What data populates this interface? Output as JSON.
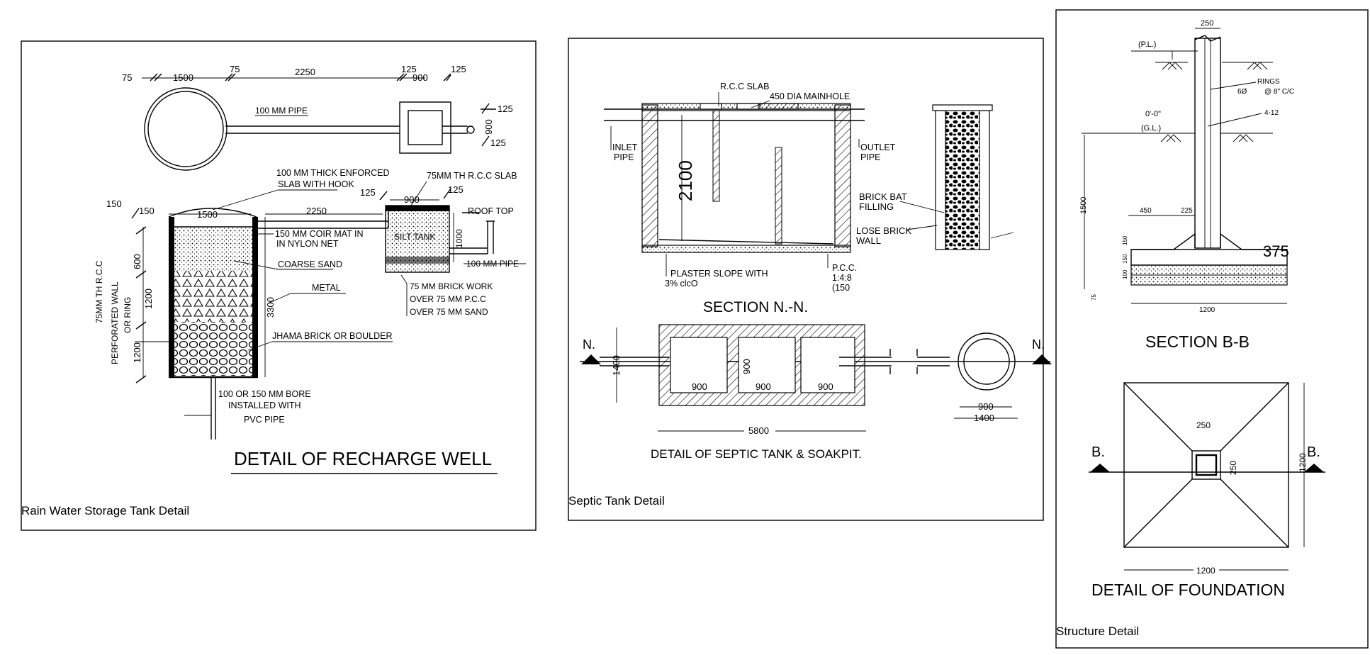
{
  "panels": {
    "rain": {
      "caption": "Rain Water Storage Tank Detail",
      "title": "DETAIL OF RECHARGE WELL",
      "dims_top": [
        "75",
        "1500",
        "75",
        "2250",
        "125",
        "900",
        "125"
      ],
      "pipe_label": "100 MM PIPE",
      "dim_right_a": "125",
      "dim_right_b": "900",
      "dim_right_c": "125",
      "slab_label_1": "100 MM THICK ENFORCED",
      "slab_label_2": "SLAB WITH HOOK",
      "rcc_slab_label": "75MM TH R.C.C SLAB",
      "dims_mid": [
        "150",
        "150",
        "1500",
        "2250",
        "125",
        "900",
        "125"
      ],
      "roof_top": "ROOF TOP",
      "coir_1": "150 MM COIR MAT IN",
      "coir_2": "IN NYLON NET",
      "silt_tank": "SILT TANK",
      "dim_1000": "1000",
      "pipe_label_2": "100 MM PIPE",
      "coarse_sand": "COARSE SAND",
      "metal": "METAL",
      "brick_1": "75 MM BRICK WORK",
      "brick_2": "OVER 75 MM P.C.C",
      "brick_3": "OVER 75 MM SAND",
      "jhama": "JHAMA BRICK OR BOULDER",
      "dim_3300": "3300",
      "wall_1": "75MM TH R.C.C",
      "wall_2": "PERFORATED WALL",
      "wall_3": "OR  RING",
      "dim_600": "600",
      "dim_1200a": "1200",
      "dim_1200b": "1200",
      "bore_1": "100 OR 150  MM BORE",
      "bore_2": "INSTALLED WITH",
      "bore_3": "PVC  PIPE"
    },
    "septic": {
      "caption": "Septic Tank Detail",
      "rcc_slab": "R.C.C SLAB",
      "manhole": "450 DIA MAINHOLE",
      "inlet_1": "INLET",
      "inlet_2": "PIPE",
      "outlet_1": "OUTLET",
      "outlet_2": "PIPE",
      "depth": "2100",
      "brick_bat_1": "BRICK BAT",
      "brick_bat_2": "FILLING",
      "lose_1": "LOSE BRICK",
      "lose_2": "WALL",
      "plaster_1": "PLASTER SLOPE WITH",
      "plaster_2": "3% clcO",
      "pcc_1": "P.C.C.",
      "pcc_2": "1:4:8",
      "pcc_3": "(150",
      "section_title": "SECTION N.-N.",
      "n_left": "N.",
      "n_right": "N.",
      "dim_1400": "1400",
      "dim_900_v": "900",
      "dims_900": [
        "900",
        "900",
        "900"
      ],
      "dim_5800": "5800",
      "pit_900": "900",
      "pit_1400": "1400",
      "detail_title": "DETAIL OF  SEPTIC TANK & SOAKPIT."
    },
    "structure": {
      "caption": "Structure Detail",
      "dim_250_top": "250",
      "pl": "(P.L.)",
      "rings_1": "RINGS",
      "rings_2": "6Ø",
      "rings_3": "@ 8\" C/C",
      "bar": "4-12",
      "zero": "0'-0\"",
      "gl": "(G.L.)",
      "dim_1500": "1500",
      "dim_450": "450",
      "dim_225": "225",
      "dim_375": "375",
      "dim_150a": "150",
      "dim_150b": "150",
      "dim_100": "100",
      "dim_75": "75",
      "dim_1200": "1200",
      "section_title": "SECTION B-B",
      "b_left": "B.",
      "b_right": "B.",
      "f_250h": "250",
      "f_250v": "250",
      "f_1200v": "1200",
      "f_1200h": "1200",
      "foundation_title": "DETAIL OF FOUNDATION"
    }
  }
}
